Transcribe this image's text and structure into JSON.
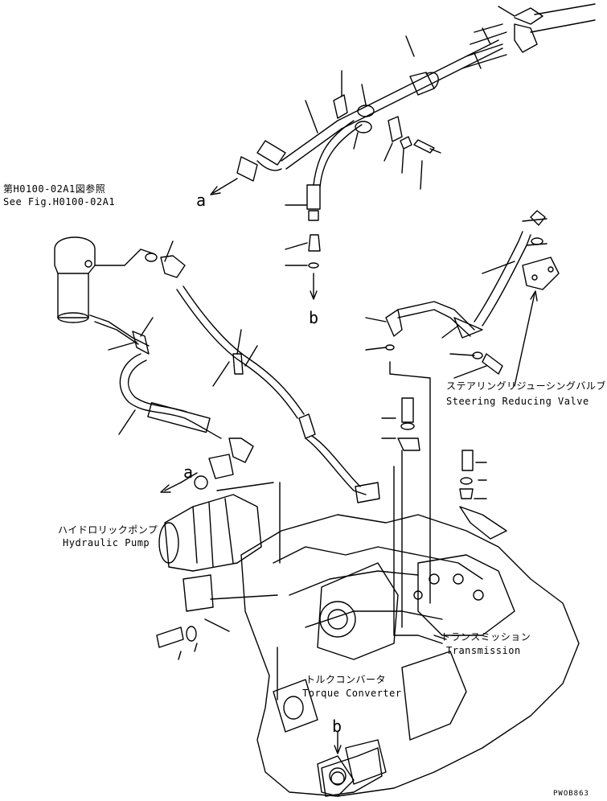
{
  "labels": {
    "ref_jp": "第H0100-02A1図参照",
    "ref_en": "See Fig.H0100-02A1",
    "steering_jp": "ステアリングリジューシングバルブ",
    "steering_en": "Steering Reducing Valve",
    "pump_jp": "ハイドロリックポンプ",
    "pump_en": "Hydraulic Pump",
    "transmission_jp": "トランスミッション",
    "transmission_en": "Transmission",
    "converter_jp": "トルクコンバータ",
    "converter_en": "Torque Converter",
    "a_upper": "a",
    "a_lower": "a",
    "b_upper": "b",
    "b_lower": "b",
    "drawing_code": "PWOB863"
  },
  "colors": {
    "ink": "#000000",
    "paper": "#ffffff"
  }
}
